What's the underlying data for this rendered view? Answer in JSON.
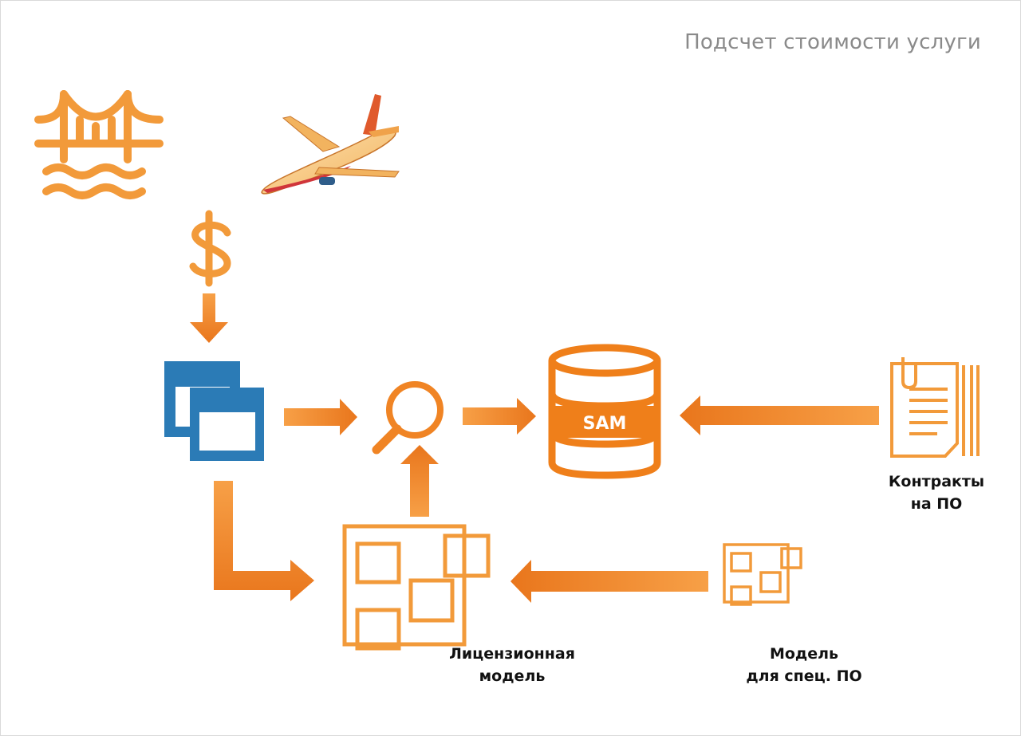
{
  "header": {
    "title": "Подсчет стоимости услуги"
  },
  "nodes": {
    "sam": {
      "text": "SAM"
    },
    "contracts": {
      "line1": "Контракты",
      "line2": "на ПО"
    },
    "license_model": {
      "line1": "Лицензионная",
      "line2": "модель"
    },
    "special_model": {
      "line1": "Модель",
      "line2": "для спец. ПО"
    }
  },
  "icons": {
    "bridge": "bridge-icon",
    "airplane": "airplane-icon",
    "dollar": "dollar-icon",
    "windows": "windows-icon",
    "search": "search-icon",
    "database": "database-icon",
    "document": "document-icon",
    "model_large": "license-model-icon",
    "model_small": "special-model-icon"
  },
  "colors": {
    "orange": "#f0821e",
    "orange_light": "#f6a04a",
    "blue": "#2b7bb6",
    "title_gray": "#8a8a8a"
  }
}
